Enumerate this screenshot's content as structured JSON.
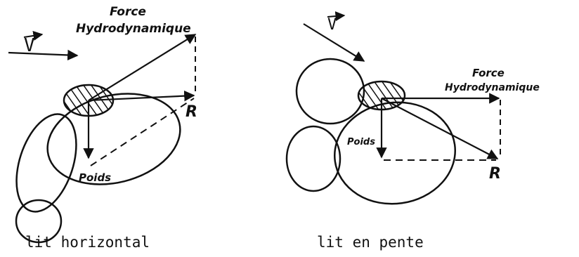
{
  "panels": [
    {
      "caption": "lit horizontal",
      "labels": {
        "force_line1": "Force",
        "force_line2": "Hydrodynamique",
        "velocity": "V",
        "resultant": "R",
        "weight": "Poids"
      }
    },
    {
      "caption": "lit en pente",
      "labels": {
        "force_line1": "Force",
        "force_line2": "Hydrodynamique",
        "velocity": "V",
        "resultant": "R",
        "weight": "Poids"
      }
    }
  ]
}
